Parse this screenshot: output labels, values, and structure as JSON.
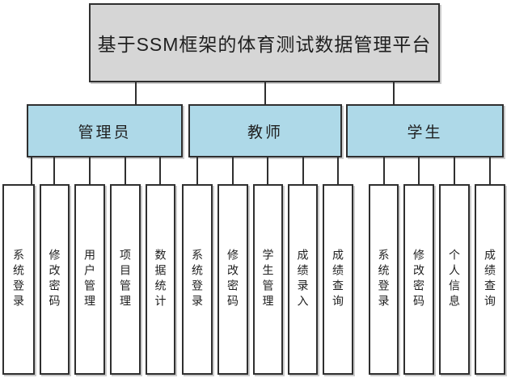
{
  "diagram": {
    "type": "hierarchy",
    "root_label": "基于SSM框架的体育测试数据管理平台",
    "branches": [
      {
        "label": "管理员",
        "children": [
          "系统登录",
          "修改密码",
          "用户管理",
          "项目管理",
          "数据统计"
        ]
      },
      {
        "label": "教师",
        "children": [
          "系统登录",
          "修改密码",
          "学生管理",
          "成绩录入",
          "成绩查询"
        ]
      },
      {
        "label": "学生",
        "children": [
          "系统登录",
          "修改密码",
          "个人信息",
          "成绩查询"
        ]
      }
    ],
    "colors": {
      "root_fill": "#d6d6d6",
      "branch_fill": "#aed9e8",
      "leaf_fill": "#ffffff",
      "border": "#2f2f2f",
      "text": "#1f1f1f",
      "background": "#ffffff"
    }
  }
}
